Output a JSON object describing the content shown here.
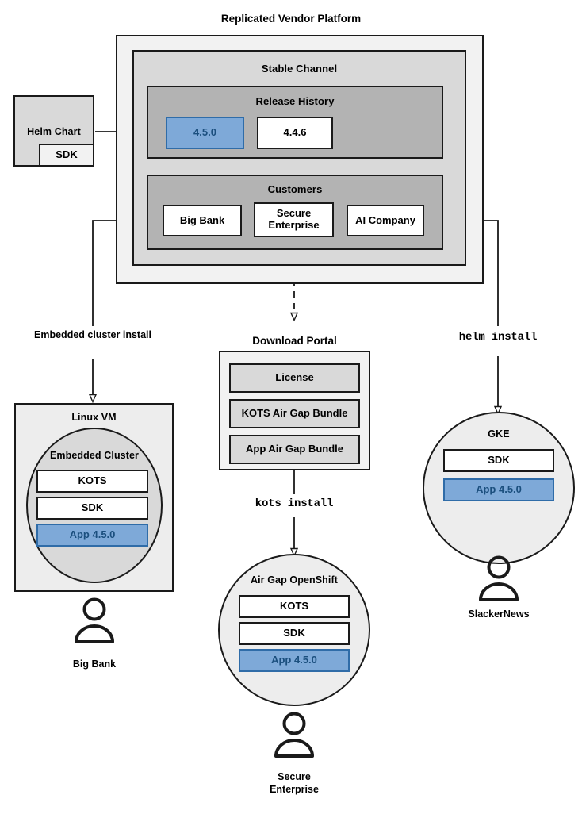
{
  "diagram": {
    "title": "Replicated Vendor Platform",
    "platform": {
      "stable_channel": {
        "title": "Stable Channel",
        "release_history": {
          "title": "Release History",
          "releases": [
            {
              "version": "4.5.0",
              "highlighted": true
            },
            {
              "version": "4.4.6",
              "highlighted": false
            }
          ]
        },
        "customers": {
          "title": "Customers",
          "items": [
            {
              "name": "Big Bank"
            },
            {
              "name": "Secure Enterprise"
            },
            {
              "name": "AI Company"
            }
          ]
        }
      }
    },
    "helm_chart": {
      "title": "Helm Chart",
      "sdk": "SDK"
    },
    "download_portal": {
      "title": "Download Portal",
      "artifacts": [
        "License",
        "KOTS Air Gap Bundle",
        "App Air Gap Bundle"
      ]
    },
    "edges": [
      {
        "label": "Embedded cluster install",
        "style": "solid"
      },
      {
        "label": "kots install",
        "style": "solid",
        "mono": true
      },
      {
        "label": "helm install",
        "style": "solid",
        "mono": true
      }
    ],
    "targets": [
      {
        "id": "linux-vm",
        "title": "Linux VM",
        "inner_title": "Embedded Cluster",
        "components": [
          {
            "label": "KOTS",
            "highlighted": false
          },
          {
            "label": "SDK",
            "highlighted": false
          },
          {
            "label": "App 4.5.0",
            "highlighted": true
          }
        ],
        "actor": "Big Bank"
      },
      {
        "id": "air-gap-openshift",
        "title": "Air Gap OpenShift",
        "components": [
          {
            "label": "KOTS",
            "highlighted": false
          },
          {
            "label": "SDK",
            "highlighted": false
          },
          {
            "label": "App 4.5.0",
            "highlighted": true
          }
        ],
        "actor": "Secure Enterprise",
        "actor_line1": "Secure",
        "actor_line2": "Enterprise"
      },
      {
        "id": "gke",
        "title": "GKE",
        "components": [
          {
            "label": "SDK",
            "highlighted": false
          },
          {
            "label": "App 4.5.0",
            "highlighted": true
          }
        ],
        "actor": "SlackerNews"
      }
    ],
    "colors": {
      "highlight_fill": "#7ea9d8",
      "highlight_border": "#2f6ca8",
      "highlight_text": "#1b4f7e",
      "level1_fill": "#f2f2f2",
      "level2_fill": "#d9d9d9",
      "level3_fill": "#b3b3b3",
      "stroke": "#1a1a1a"
    }
  }
}
